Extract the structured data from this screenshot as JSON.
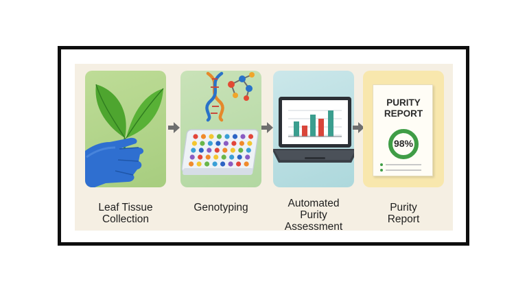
{
  "steps": [
    {
      "label": "Leaf Tissue\nCollection",
      "icon": "leaf-glove-icon"
    },
    {
      "label": "Genotyping",
      "icon": "dna-plate-icon"
    },
    {
      "label": "Automated\nPurity\nAssessment",
      "icon": "laptop-chart-icon"
    },
    {
      "label": "Purity\nReport",
      "icon": "report-icon"
    }
  ],
  "report": {
    "title": "PURITY\nREPORT",
    "percent": "98%",
    "percent_value": 0.98
  },
  "colors": {
    "panel_1": "#b3d68b",
    "panel_2": "#bddcaa",
    "panel_3": "#bde0e4",
    "panel_4": "#f8e7ad",
    "arrow": "#6e6e6e",
    "ring": "#3f9d46",
    "frame": "#0e0e0e"
  }
}
